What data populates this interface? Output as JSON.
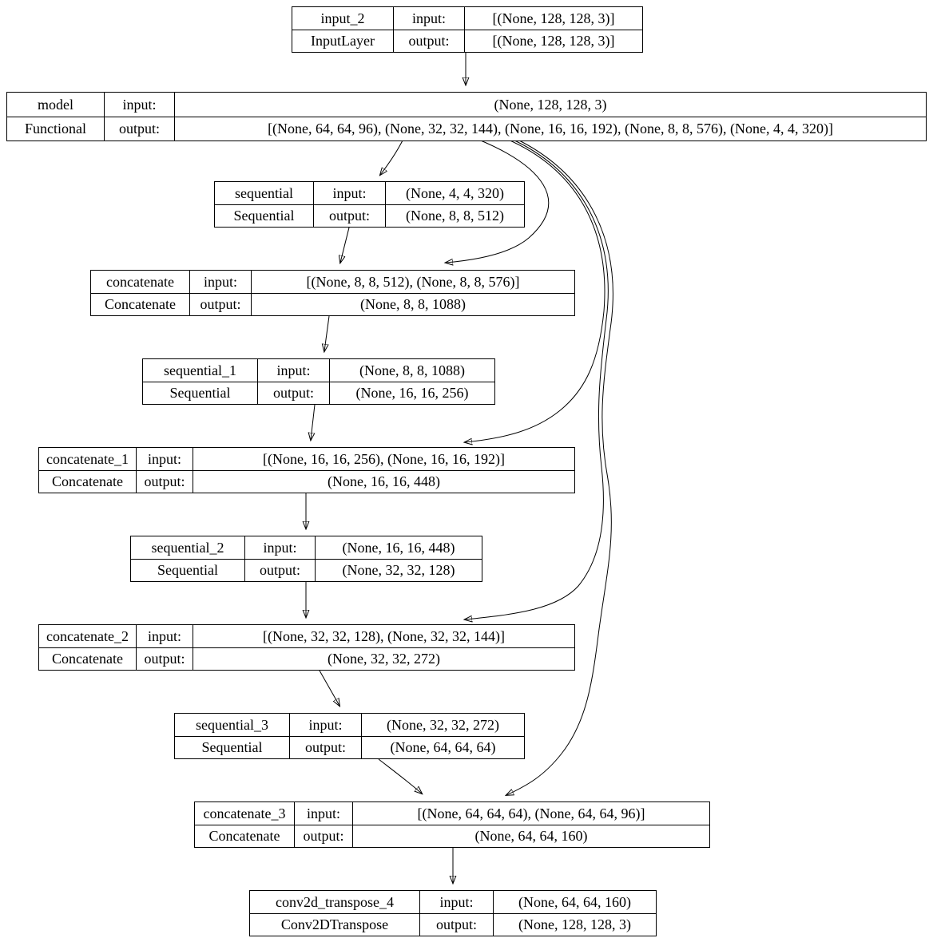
{
  "diagram": {
    "title": "keras-model-plot",
    "labels": {
      "input": "input:",
      "output": "output:"
    },
    "colors": {
      "background": "#ffffff",
      "node_border": "#000000",
      "edge": "#000000",
      "text": "#000000"
    },
    "nodes": [
      {
        "name": "input_2",
        "type": "InputLayer",
        "input": "[(None, 128, 128, 3)]",
        "output": "[(None, 128, 128, 3)]"
      },
      {
        "name": "model",
        "type": "Functional",
        "input": "(None, 128, 128, 3)",
        "output": "[(None, 64, 64, 96), (None, 32, 32, 144), (None, 16, 16, 192), (None, 8, 8, 576), (None, 4, 4, 320)]"
      },
      {
        "name": "sequential",
        "type": "Sequential",
        "input": "(None, 4, 4, 320)",
        "output": "(None, 8, 8, 512)"
      },
      {
        "name": "concatenate",
        "type": "Concatenate",
        "input": "[(None, 8, 8, 512), (None, 8, 8, 576)]",
        "output": "(None, 8, 8, 1088)"
      },
      {
        "name": "sequential_1",
        "type": "Sequential",
        "input": "(None, 8, 8, 1088)",
        "output": "(None, 16, 16, 256)"
      },
      {
        "name": "concatenate_1",
        "type": "Concatenate",
        "input": "[(None, 16, 16, 256), (None, 16, 16, 192)]",
        "output": "(None, 16, 16, 448)"
      },
      {
        "name": "sequential_2",
        "type": "Sequential",
        "input": "(None, 16, 16, 448)",
        "output": "(None, 32, 32, 128)"
      },
      {
        "name": "concatenate_2",
        "type": "Concatenate",
        "input": "[(None, 32, 32, 128), (None, 32, 32, 144)]",
        "output": "(None, 32, 32, 272)"
      },
      {
        "name": "sequential_3",
        "type": "Sequential",
        "input": "(None, 32, 32, 272)",
        "output": "(None, 64, 64, 64)"
      },
      {
        "name": "concatenate_3",
        "type": "Concatenate",
        "input": "[(None, 64, 64, 64), (None, 64, 64, 96)]",
        "output": "(None, 64, 64, 160)"
      },
      {
        "name": "conv2d_transpose_4",
        "type": "Conv2DTranspose",
        "input": "(None, 64, 64, 160)",
        "output": "(None, 128, 128, 3)"
      }
    ],
    "edges": [
      {
        "from": "input_2",
        "to": "model"
      },
      {
        "from": "model",
        "to": "sequential"
      },
      {
        "from": "model",
        "to": "concatenate"
      },
      {
        "from": "sequential",
        "to": "concatenate"
      },
      {
        "from": "concatenate",
        "to": "sequential_1"
      },
      {
        "from": "model",
        "to": "concatenate_1"
      },
      {
        "from": "sequential_1",
        "to": "concatenate_1"
      },
      {
        "from": "concatenate_1",
        "to": "sequential_2"
      },
      {
        "from": "sequential_2",
        "to": "concatenate_2"
      },
      {
        "from": "model",
        "to": "concatenate_2"
      },
      {
        "from": "concatenate_2",
        "to": "sequential_3"
      },
      {
        "from": "sequential_3",
        "to": "concatenate_3"
      },
      {
        "from": "model",
        "to": "concatenate_3"
      },
      {
        "from": "concatenate_3",
        "to": "conv2d_transpose_4"
      }
    ]
  }
}
